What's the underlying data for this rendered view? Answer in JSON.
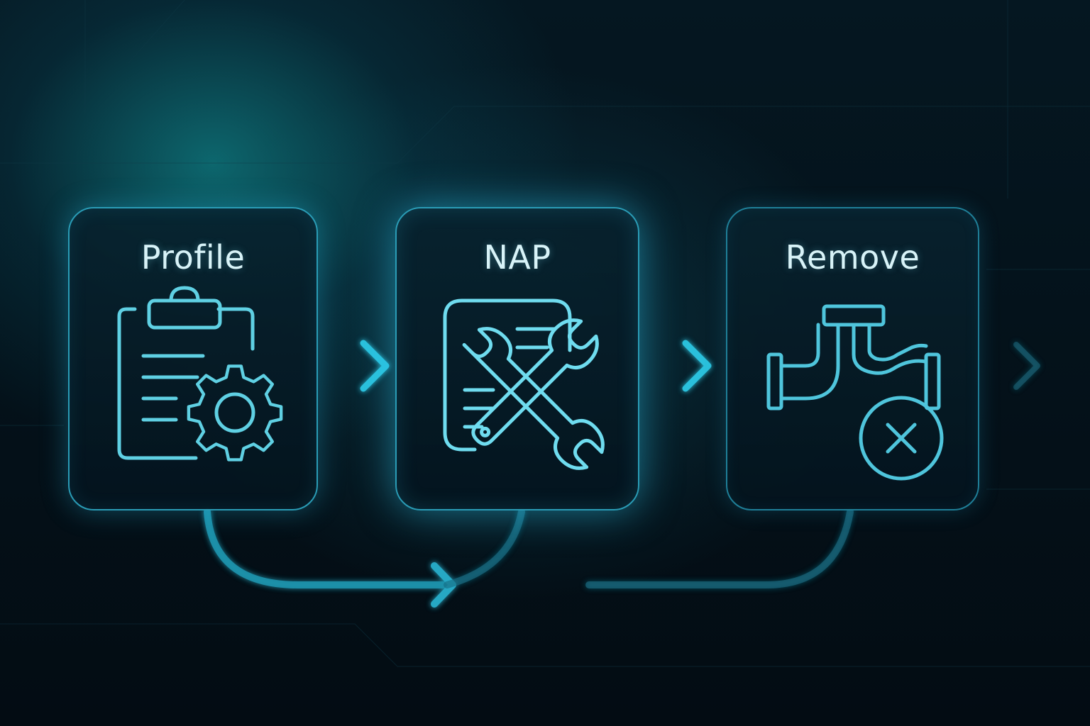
{
  "steps": [
    {
      "title": "Profile",
      "icon": "clipboard-gear-icon"
    },
    {
      "title": "NAP",
      "icon": "document-wrenches-icon"
    },
    {
      "title": "Remove",
      "icon": "pipe-cancel-icon"
    }
  ],
  "colors": {
    "accent": "#5fd4e6",
    "border": "#2a9cb6",
    "background": "#04111a"
  }
}
